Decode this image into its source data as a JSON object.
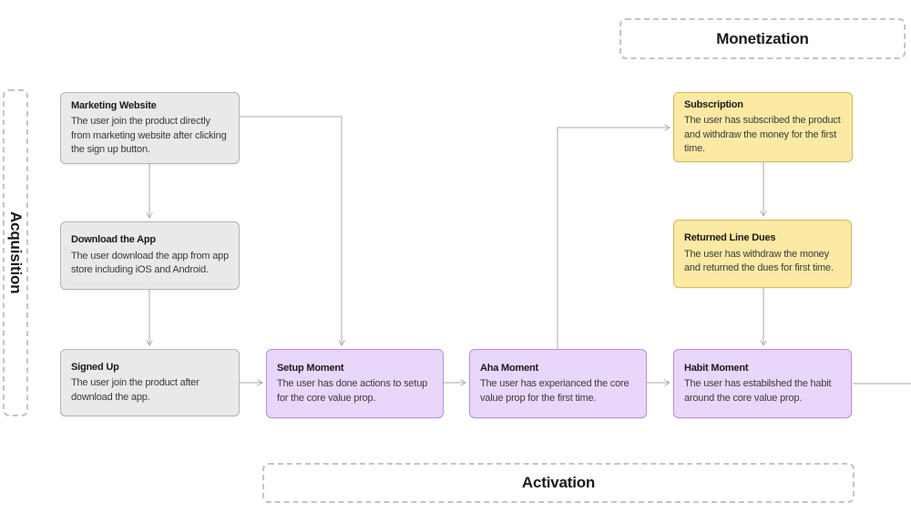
{
  "diagram": {
    "stages": {
      "monetization": {
        "label": "Monetization"
      },
      "acquisition": {
        "label": "Acquisition"
      },
      "activation": {
        "label": "Activation"
      }
    },
    "nodes": {
      "marketing_website": {
        "title": "Marketing Website",
        "description": "The user join the product directly from marketing website after clicking the sign up button.",
        "stage": "acquisition",
        "color": "gray"
      },
      "download_app": {
        "title": "Download the App",
        "description": "The user download the app from app store including iOS and Android.",
        "stage": "acquisition",
        "color": "gray"
      },
      "signed_up": {
        "title": "Signed Up",
        "description": "The user join the product after download the app.",
        "stage": "acquisition",
        "color": "gray"
      },
      "setup_moment": {
        "title": "Setup Moment",
        "description": "The user has done actions to setup for the core value prop.",
        "stage": "activation",
        "color": "purple"
      },
      "aha_moment": {
        "title": "Aha Moment",
        "description": "The user has experianced the core value prop for the first time.",
        "stage": "activation",
        "color": "purple"
      },
      "habit_moment": {
        "title": "Habit Moment",
        "description": "The user has estabilshed the habit around the core value prop.",
        "stage": "activation",
        "color": "purple"
      },
      "subscription": {
        "title": "Subscription",
        "description": "The user has subscribed the product and withdraw the money for the first time.",
        "stage": "monetization",
        "color": "yellow"
      },
      "returned_line_dues": {
        "title": "Returned Line Dues",
        "description": "The user has withdraw the money and returned the dues for first time.",
        "stage": "monetization",
        "color": "yellow"
      }
    },
    "edges": [
      {
        "from": "marketing_website",
        "to": "download_app"
      },
      {
        "from": "download_app",
        "to": "signed_up"
      },
      {
        "from": "signed_up",
        "to": "setup_moment"
      },
      {
        "from": "marketing_website",
        "to": "setup_moment"
      },
      {
        "from": "setup_moment",
        "to": "aha_moment"
      },
      {
        "from": "aha_moment",
        "to": "habit_moment"
      },
      {
        "from": "aha_moment",
        "to": "subscription"
      },
      {
        "from": "subscription",
        "to": "returned_line_dues"
      },
      {
        "from": "returned_line_dues",
        "to": "habit_moment"
      },
      {
        "from": "habit_moment",
        "to": "offscreen_right"
      }
    ]
  },
  "colors": {
    "gray_fill": "#e9e9ea",
    "gray_border": "#b4b4b6",
    "purple_fill": "#e9d6fb",
    "purple_border": "#bc8ce4",
    "yellow_fill": "#fce9a4",
    "yellow_border": "#d9b95a",
    "connector": "#a9a9a9",
    "dashed_border": "#c4c4c4",
    "title_text": "#1a1a1a",
    "body_text": "#3a3a3c"
  }
}
